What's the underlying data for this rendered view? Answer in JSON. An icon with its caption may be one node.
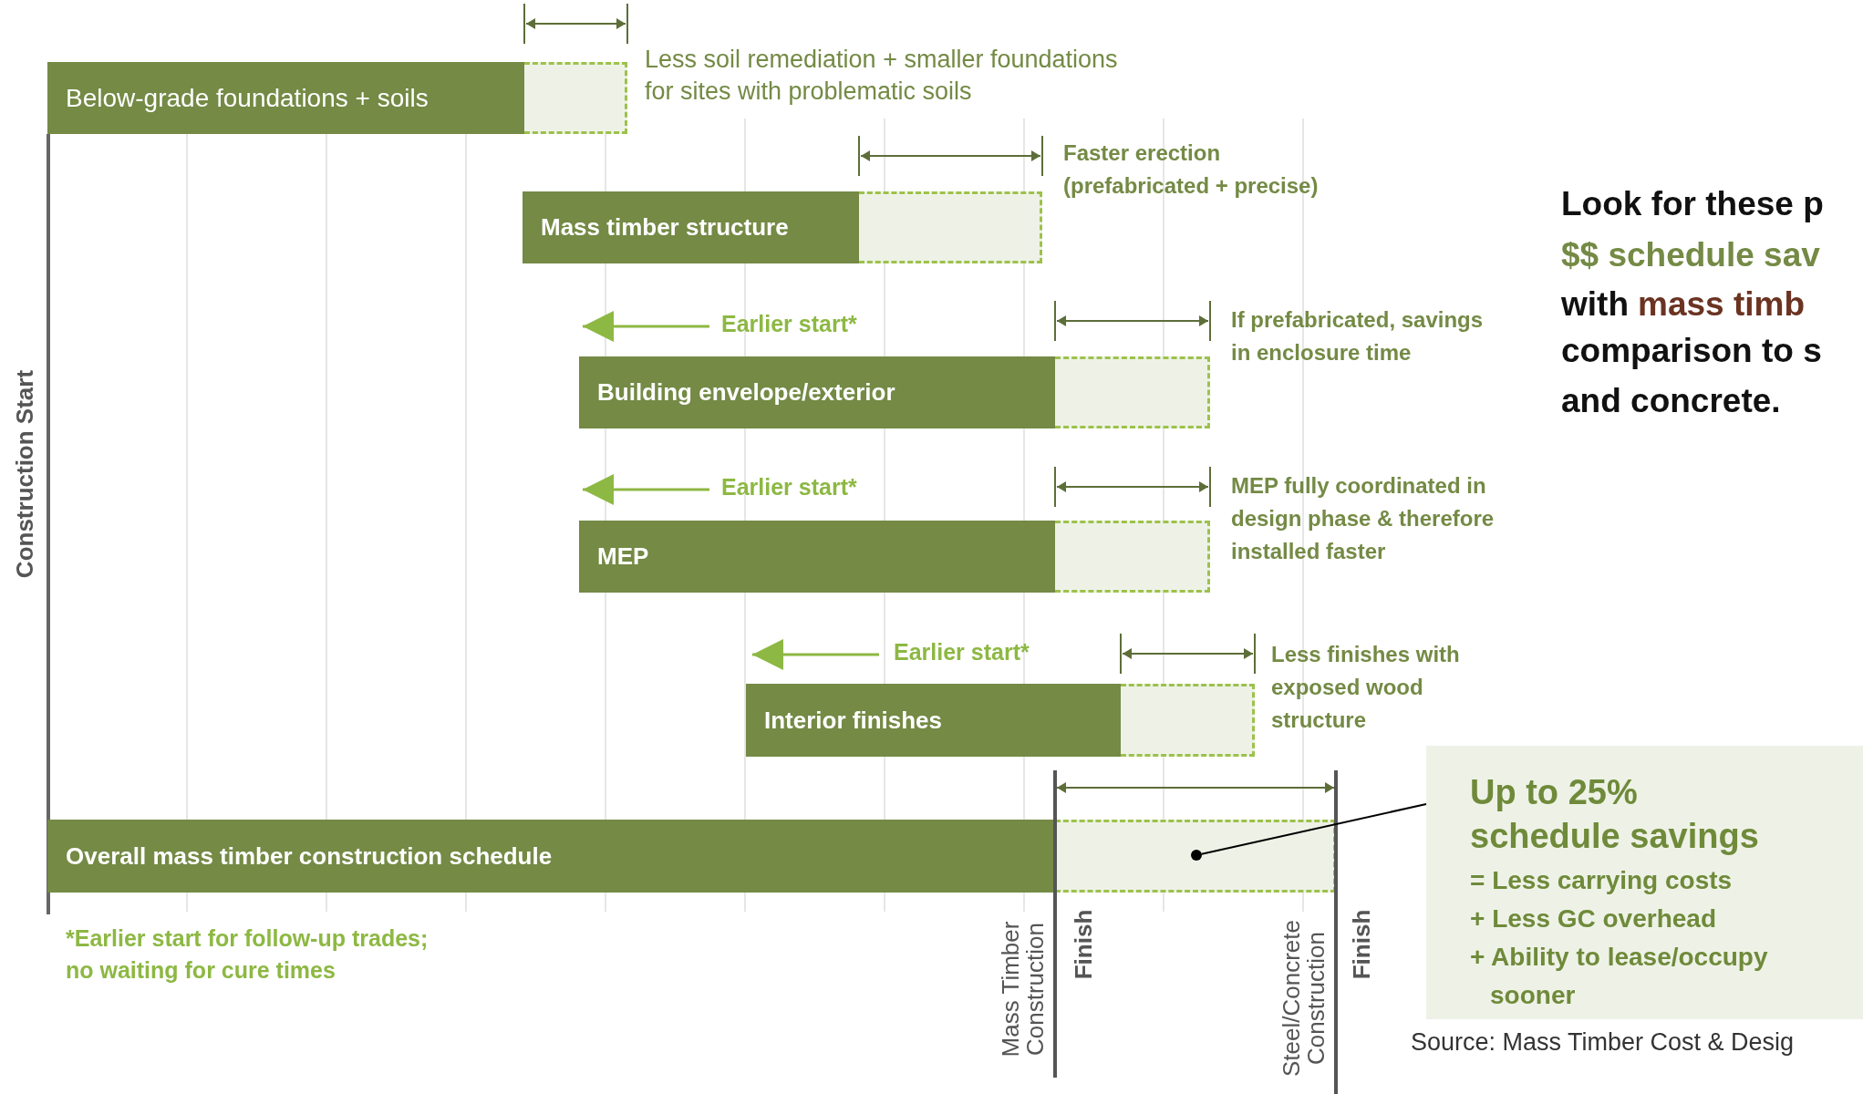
{
  "diagram": {
    "nodes": [
      {
        "text": [
          "Below-grade foundations + soils"
        ]
      },
      {
        "text": [],
        "shape": "box",
        "beside": [
          "Less soil remediation + smaller foundations for sites with problematic soils"
        ]
      },
      {
        "text": [
          "Mass timber structure"
        ]
      },
      {
        "text": [],
        "shape": "box",
        "beside": [
          "Faster erection (prefabricated + precise)"
        ]
      },
      {
        "text": [
          "Building envelope/exterior"
        ]
      },
      {
        "text": [],
        "shape": "box",
        "beside": [
          "If prefabricated, savings in enclosure time"
        ]
      },
      {
        "text": [
          "MEP"
        ]
      },
      {
        "text": [],
        "shape": "box",
        "beside": [
          "MEP fully coordinated in design phase & therefore installed faster"
        ]
      },
      {
        "text": [
          "Interior finishes"
        ]
      },
      {
        "text": [],
        "shape": "box",
        "beside": [
          "Less finishes with exposed wood structure"
        ]
      },
      {
        "text": [
          "Overall mass timber construction schedule"
        ]
      },
      {
        "text": [],
        "shape": "box"
      },
      {
        "text": [
          "Up to 25% schedule savings",
          "= Less carrying costs",
          "+ Less GC overhead",
          "+ Ability to lease/occupy sooner"
        ]
      },
      {
        "text": [],
        "shape": "circle",
        "in": 11
      }
    ],
    "edges": [
      {
        "from": 12,
        "to": 13,
        "arrow": "none"
      }
    ],
    "labels": [
      "Look for these p",
      "$$ schedule sav",
      "with",
      "mass timb",
      "comparison to s",
      "and concrete.",
      "Earlier start*",
      "Earlier start*",
      "Earlier start*",
      "Construction Start",
      "*Earlier start for follow-up trades; no waiting for cure times",
      "Mass Timber Construction",
      "Finish",
      "Steel/Concrete Construction",
      "Finish",
      "Source: Mass Timber Cost & Desig"
    ]
  }
}
